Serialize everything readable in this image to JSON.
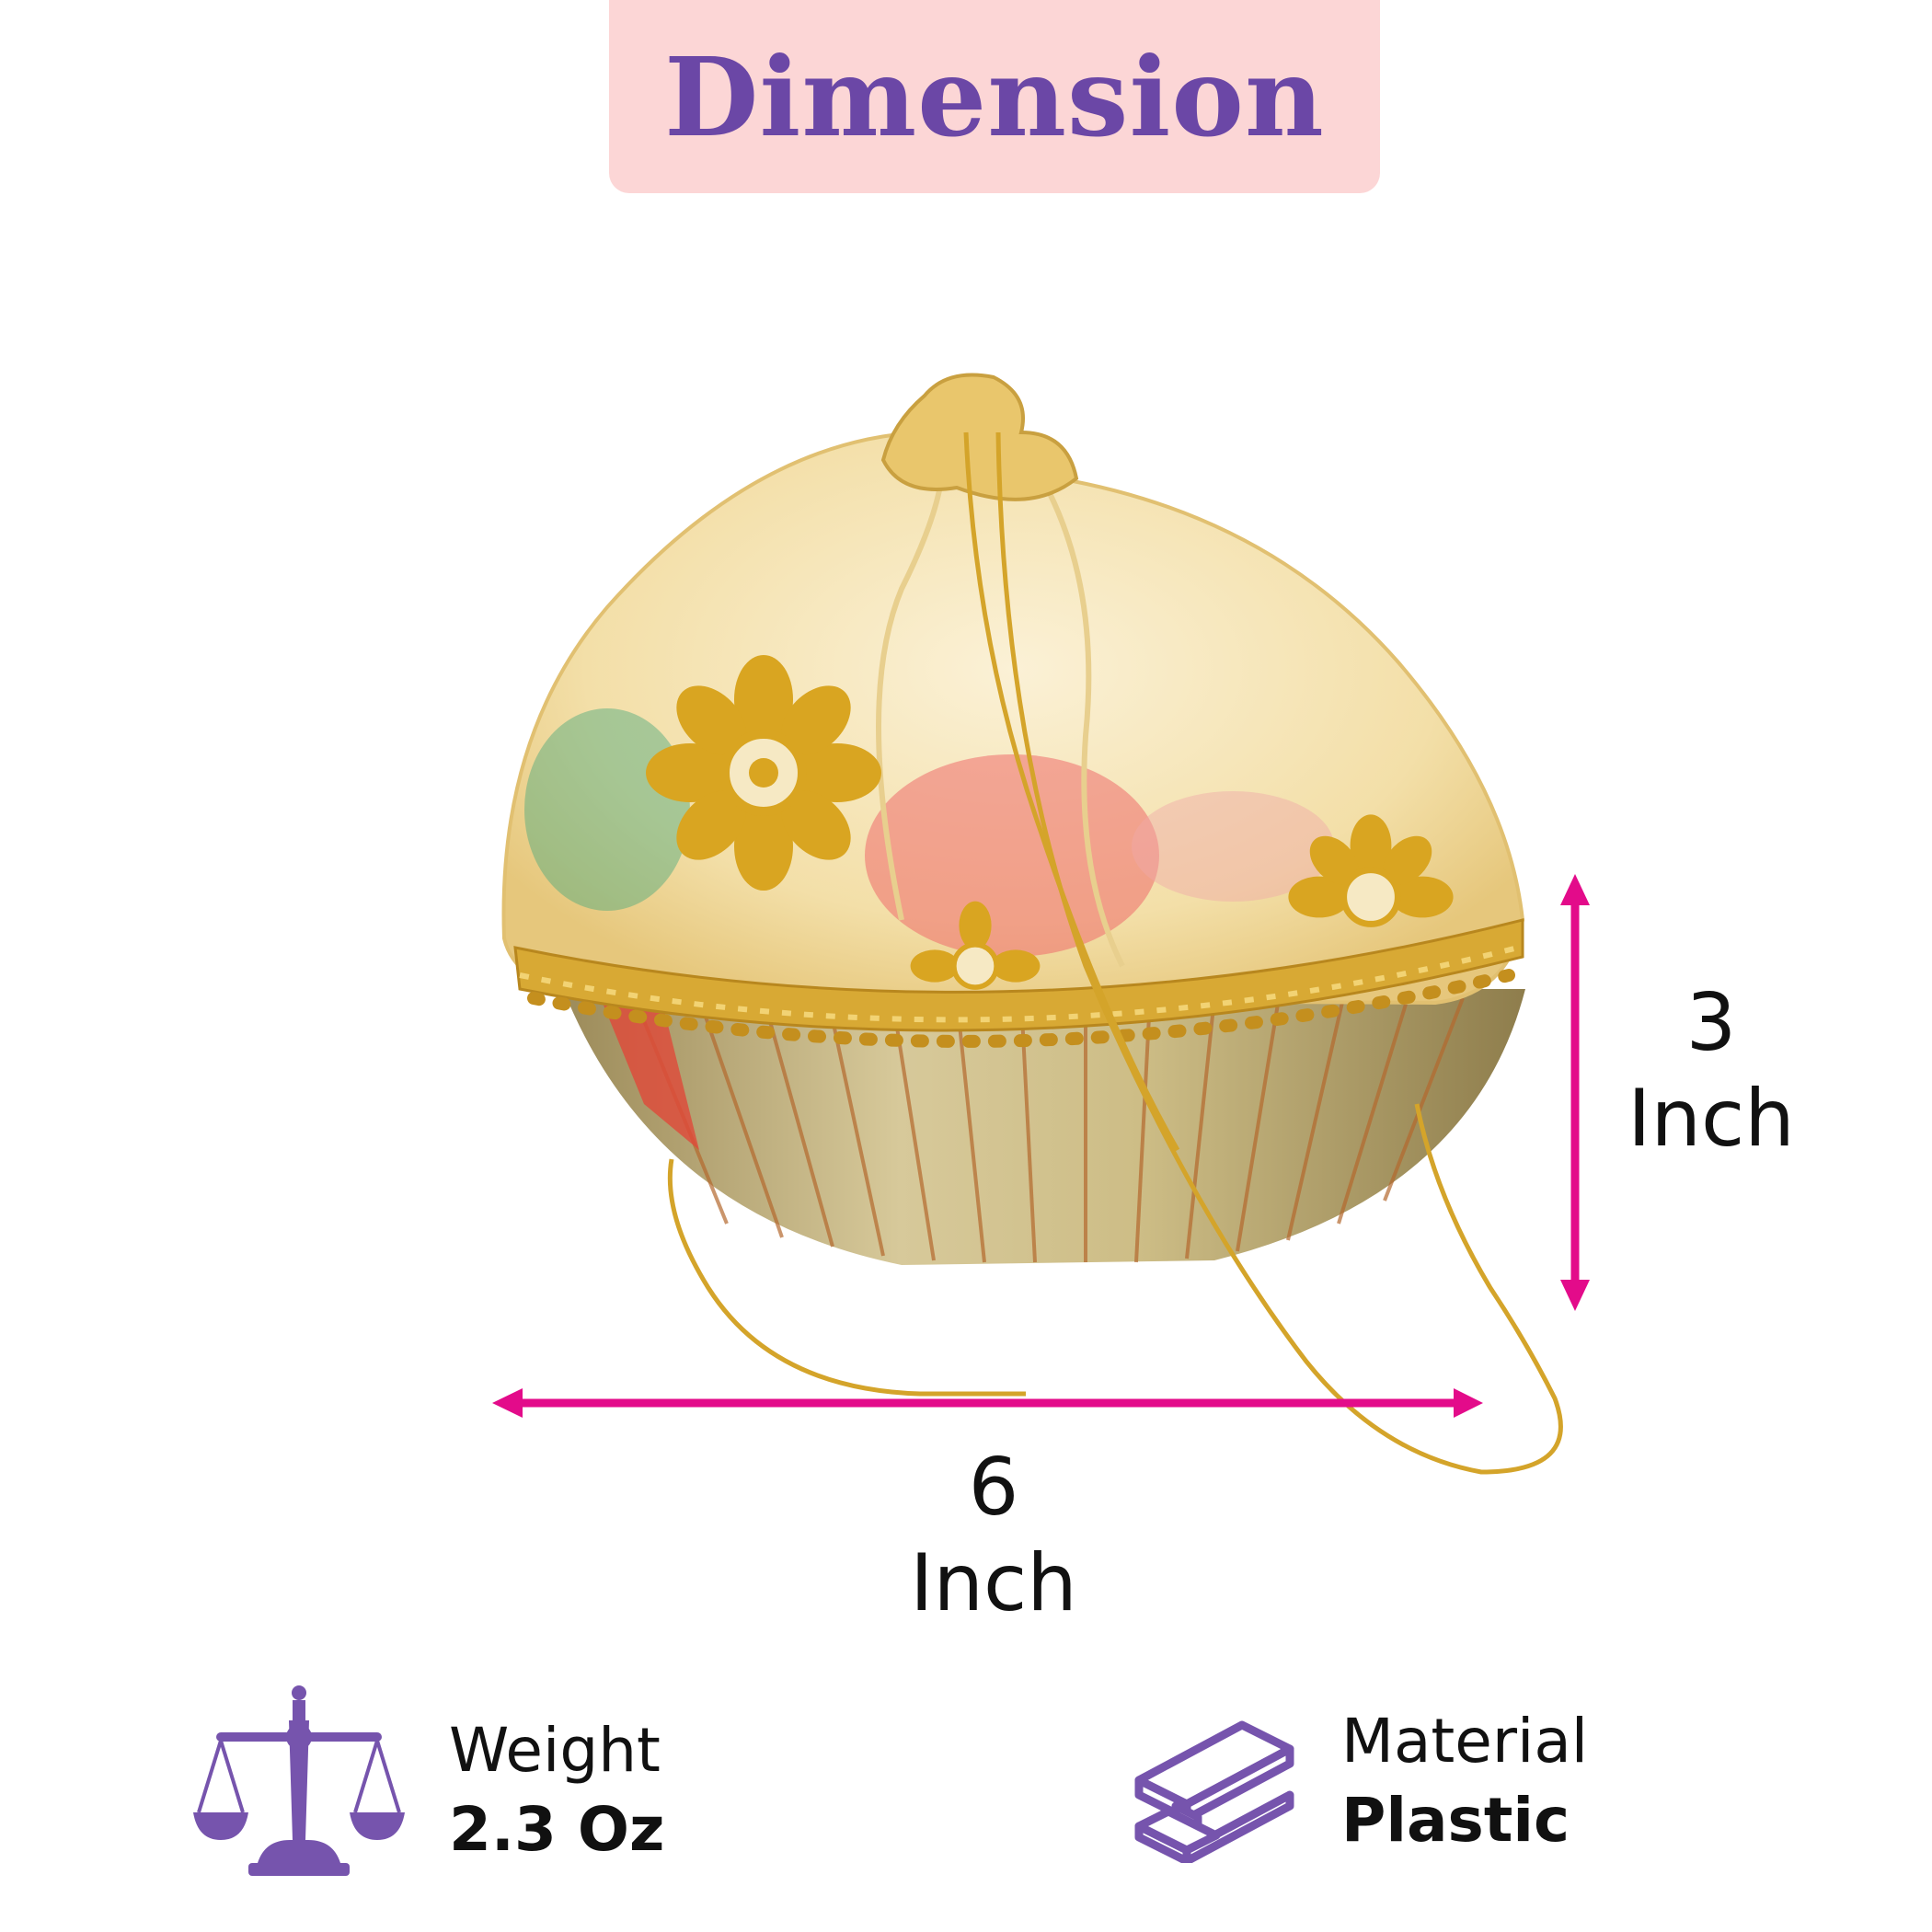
{
  "title": "Dimension",
  "height": {
    "value": "3",
    "unit": "Inch"
  },
  "width": {
    "value": "6",
    "unit": "Inch"
  },
  "weight": {
    "label": "Weight",
    "value": "2.3 Oz",
    "icon": "balance-scale-icon"
  },
  "material": {
    "label": "Material",
    "value": "Plastic",
    "icon": "i-beam-icon"
  },
  "colors": {
    "arrow": "#e30b8a",
    "accent": "#6b47a6",
    "banner": "#fcd6d6"
  }
}
